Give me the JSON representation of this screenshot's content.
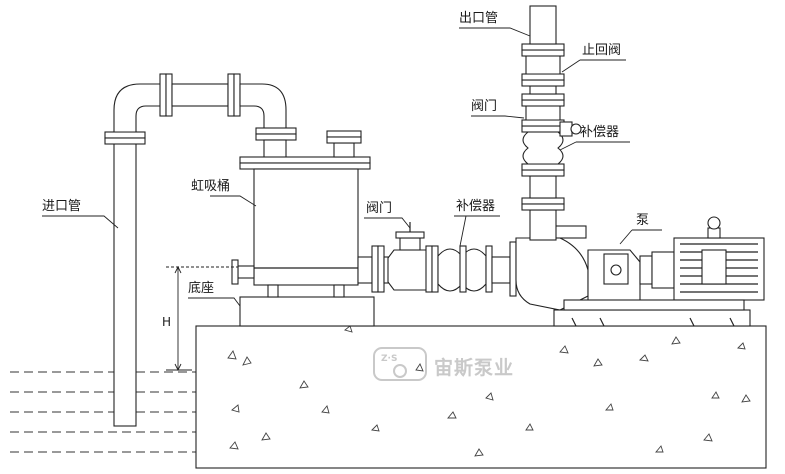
{
  "labels": {
    "outlet_pipe": "出口管",
    "check_valve": "止回阀",
    "valve_upper": "阀门",
    "compensator_upper": "补偿器",
    "inlet_pipe": "进口管",
    "siphon_tank": "虹吸桶",
    "valve_lower": "阀门",
    "compensator_lower": "补偿器",
    "pump": "泵",
    "base": "底座",
    "height_mark": "H"
  },
  "watermark": {
    "logo_text": "Z·S",
    "brand": "宙斯泵业"
  },
  "icons": {
    "logo": "zeus-logo-icon"
  }
}
